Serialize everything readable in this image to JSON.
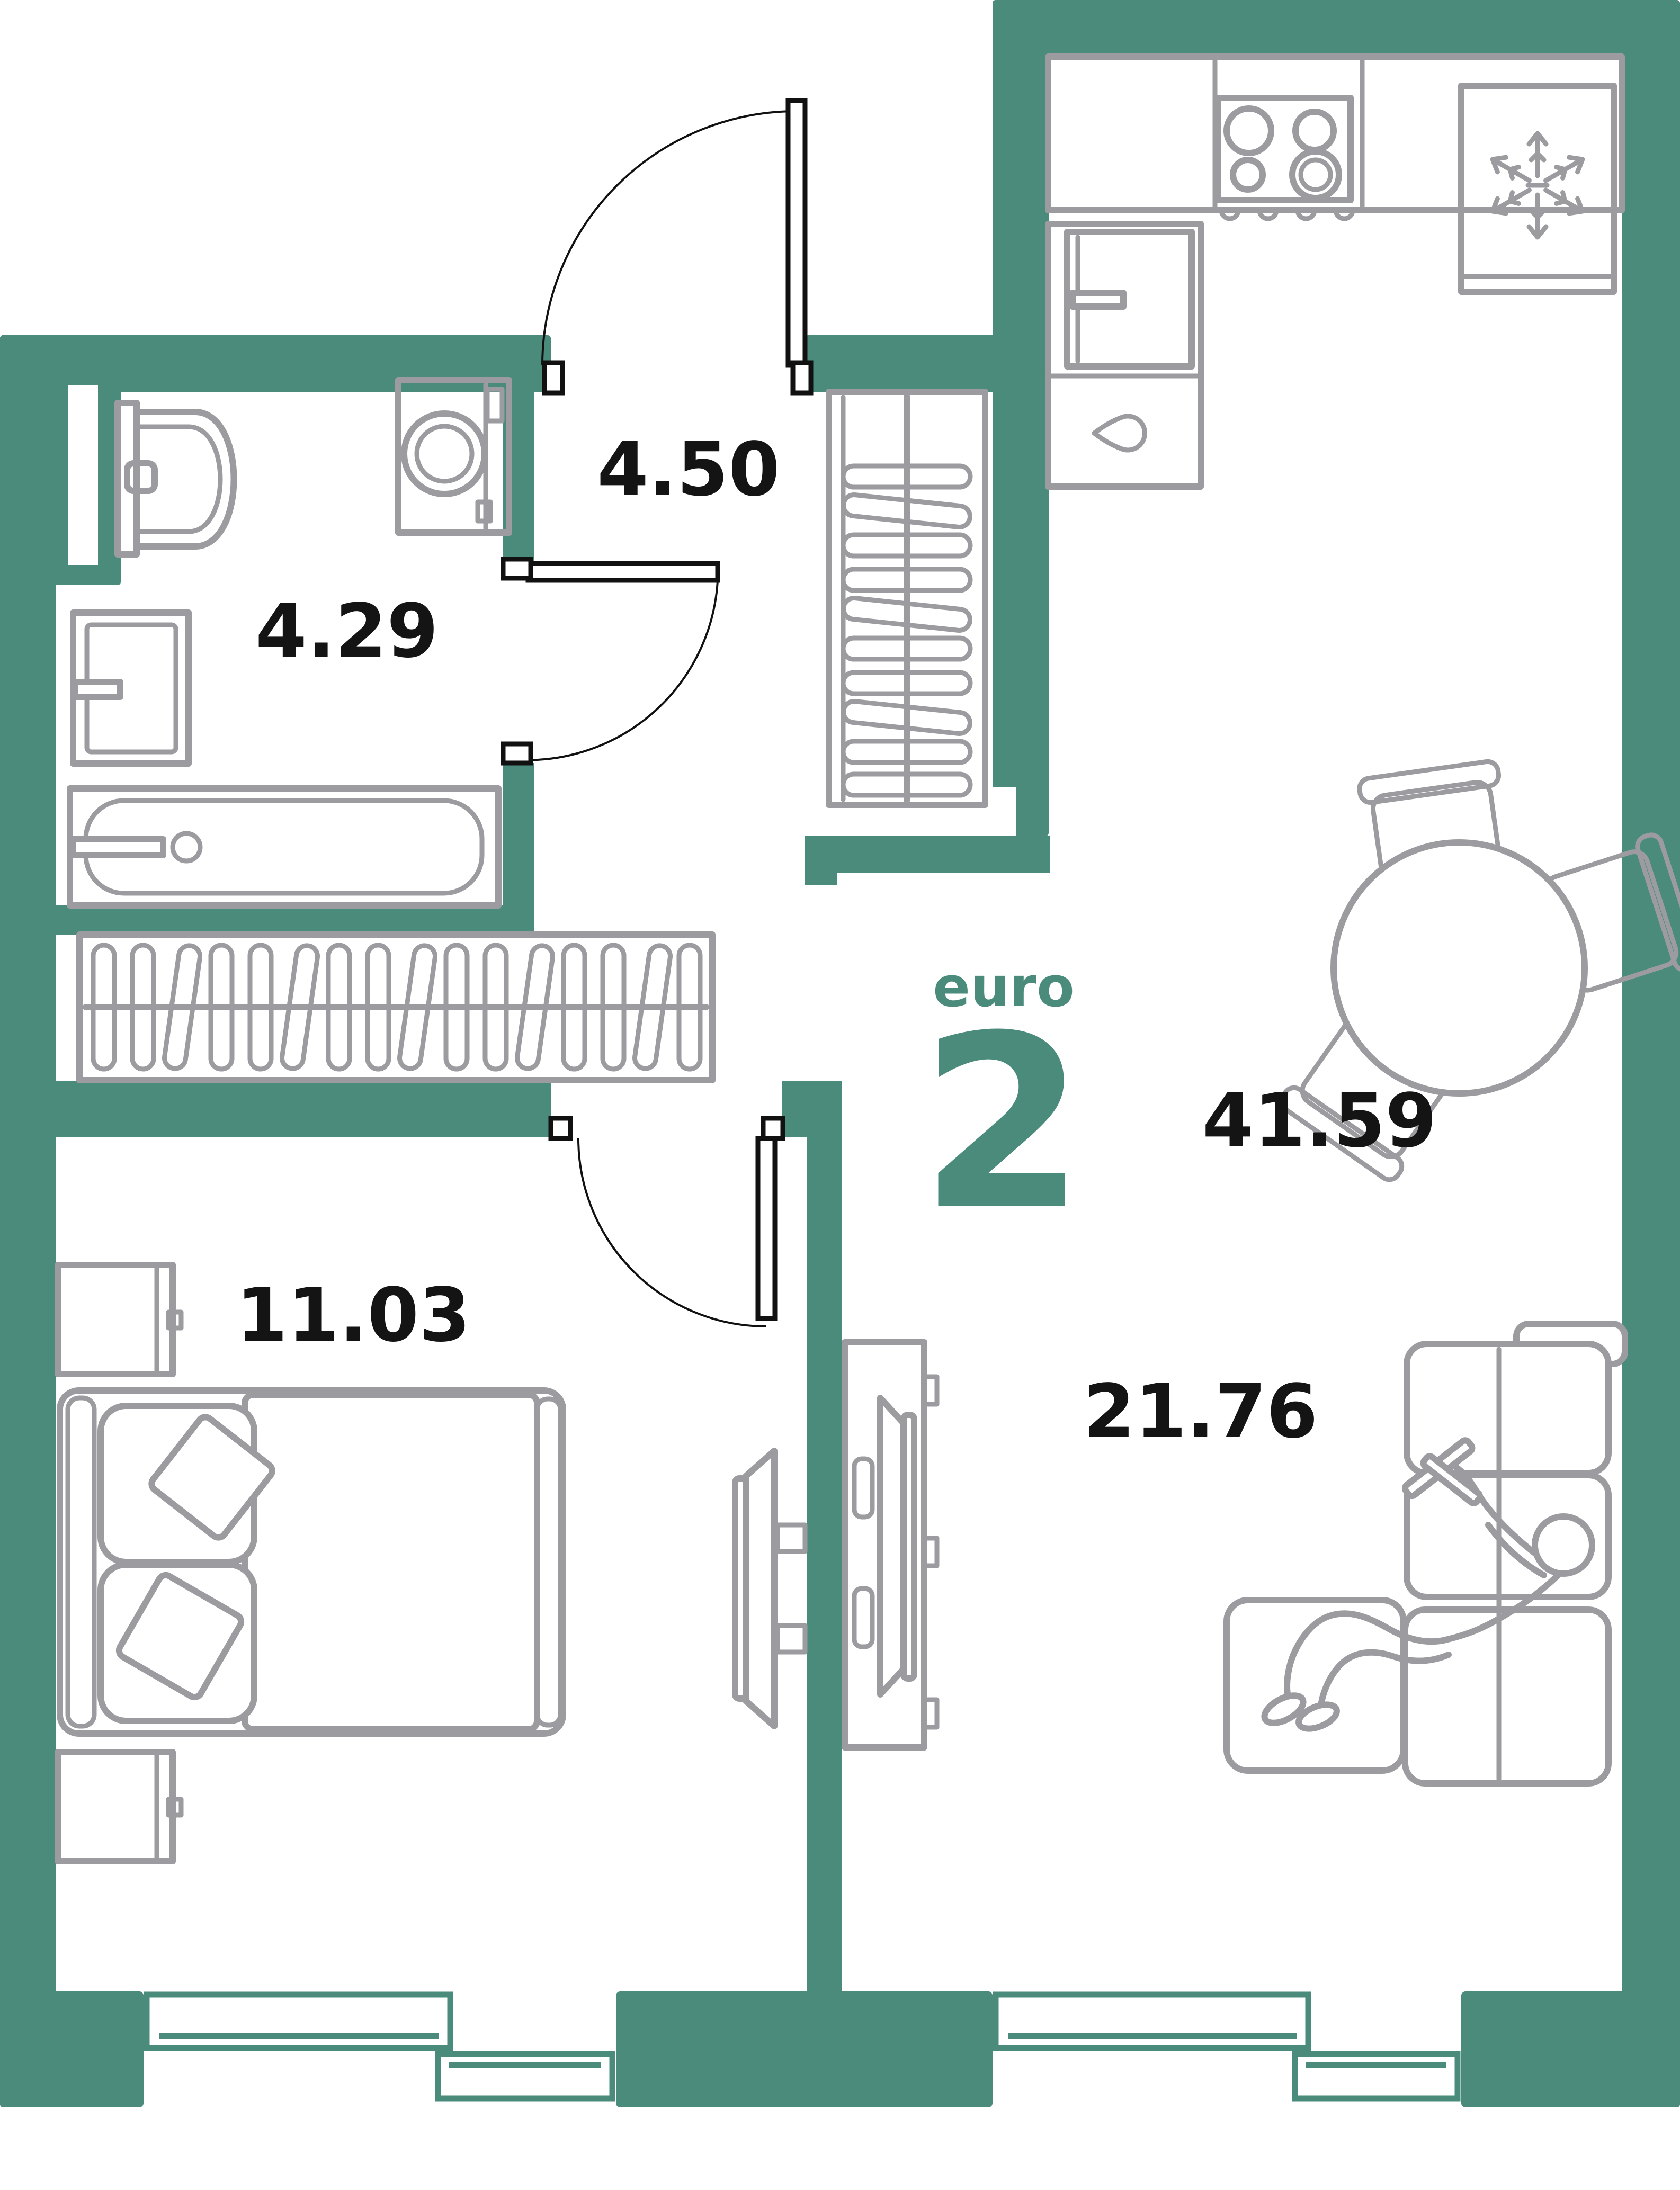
{
  "plan": {
    "type_label": "euro",
    "rooms_count": "2",
    "total_area": "41.59",
    "rooms": {
      "hallway": {
        "name": "hallway",
        "area": "4.50"
      },
      "bathroom": {
        "name": "bathroom",
        "area": "4.29"
      },
      "bedroom": {
        "name": "bedroom",
        "area": "11.03"
      },
      "living_kitchen": {
        "name": "living room with kitchen",
        "area": "21.76"
      }
    },
    "icons": [
      "snowflake-icon",
      "stove-burners-icon",
      "drop-icon"
    ],
    "colors": {
      "wall": "#4a8b7b",
      "furniture": "#9b9ba0",
      "text": "#141414",
      "door": "#111111",
      "background": "#ffffff"
    }
  }
}
